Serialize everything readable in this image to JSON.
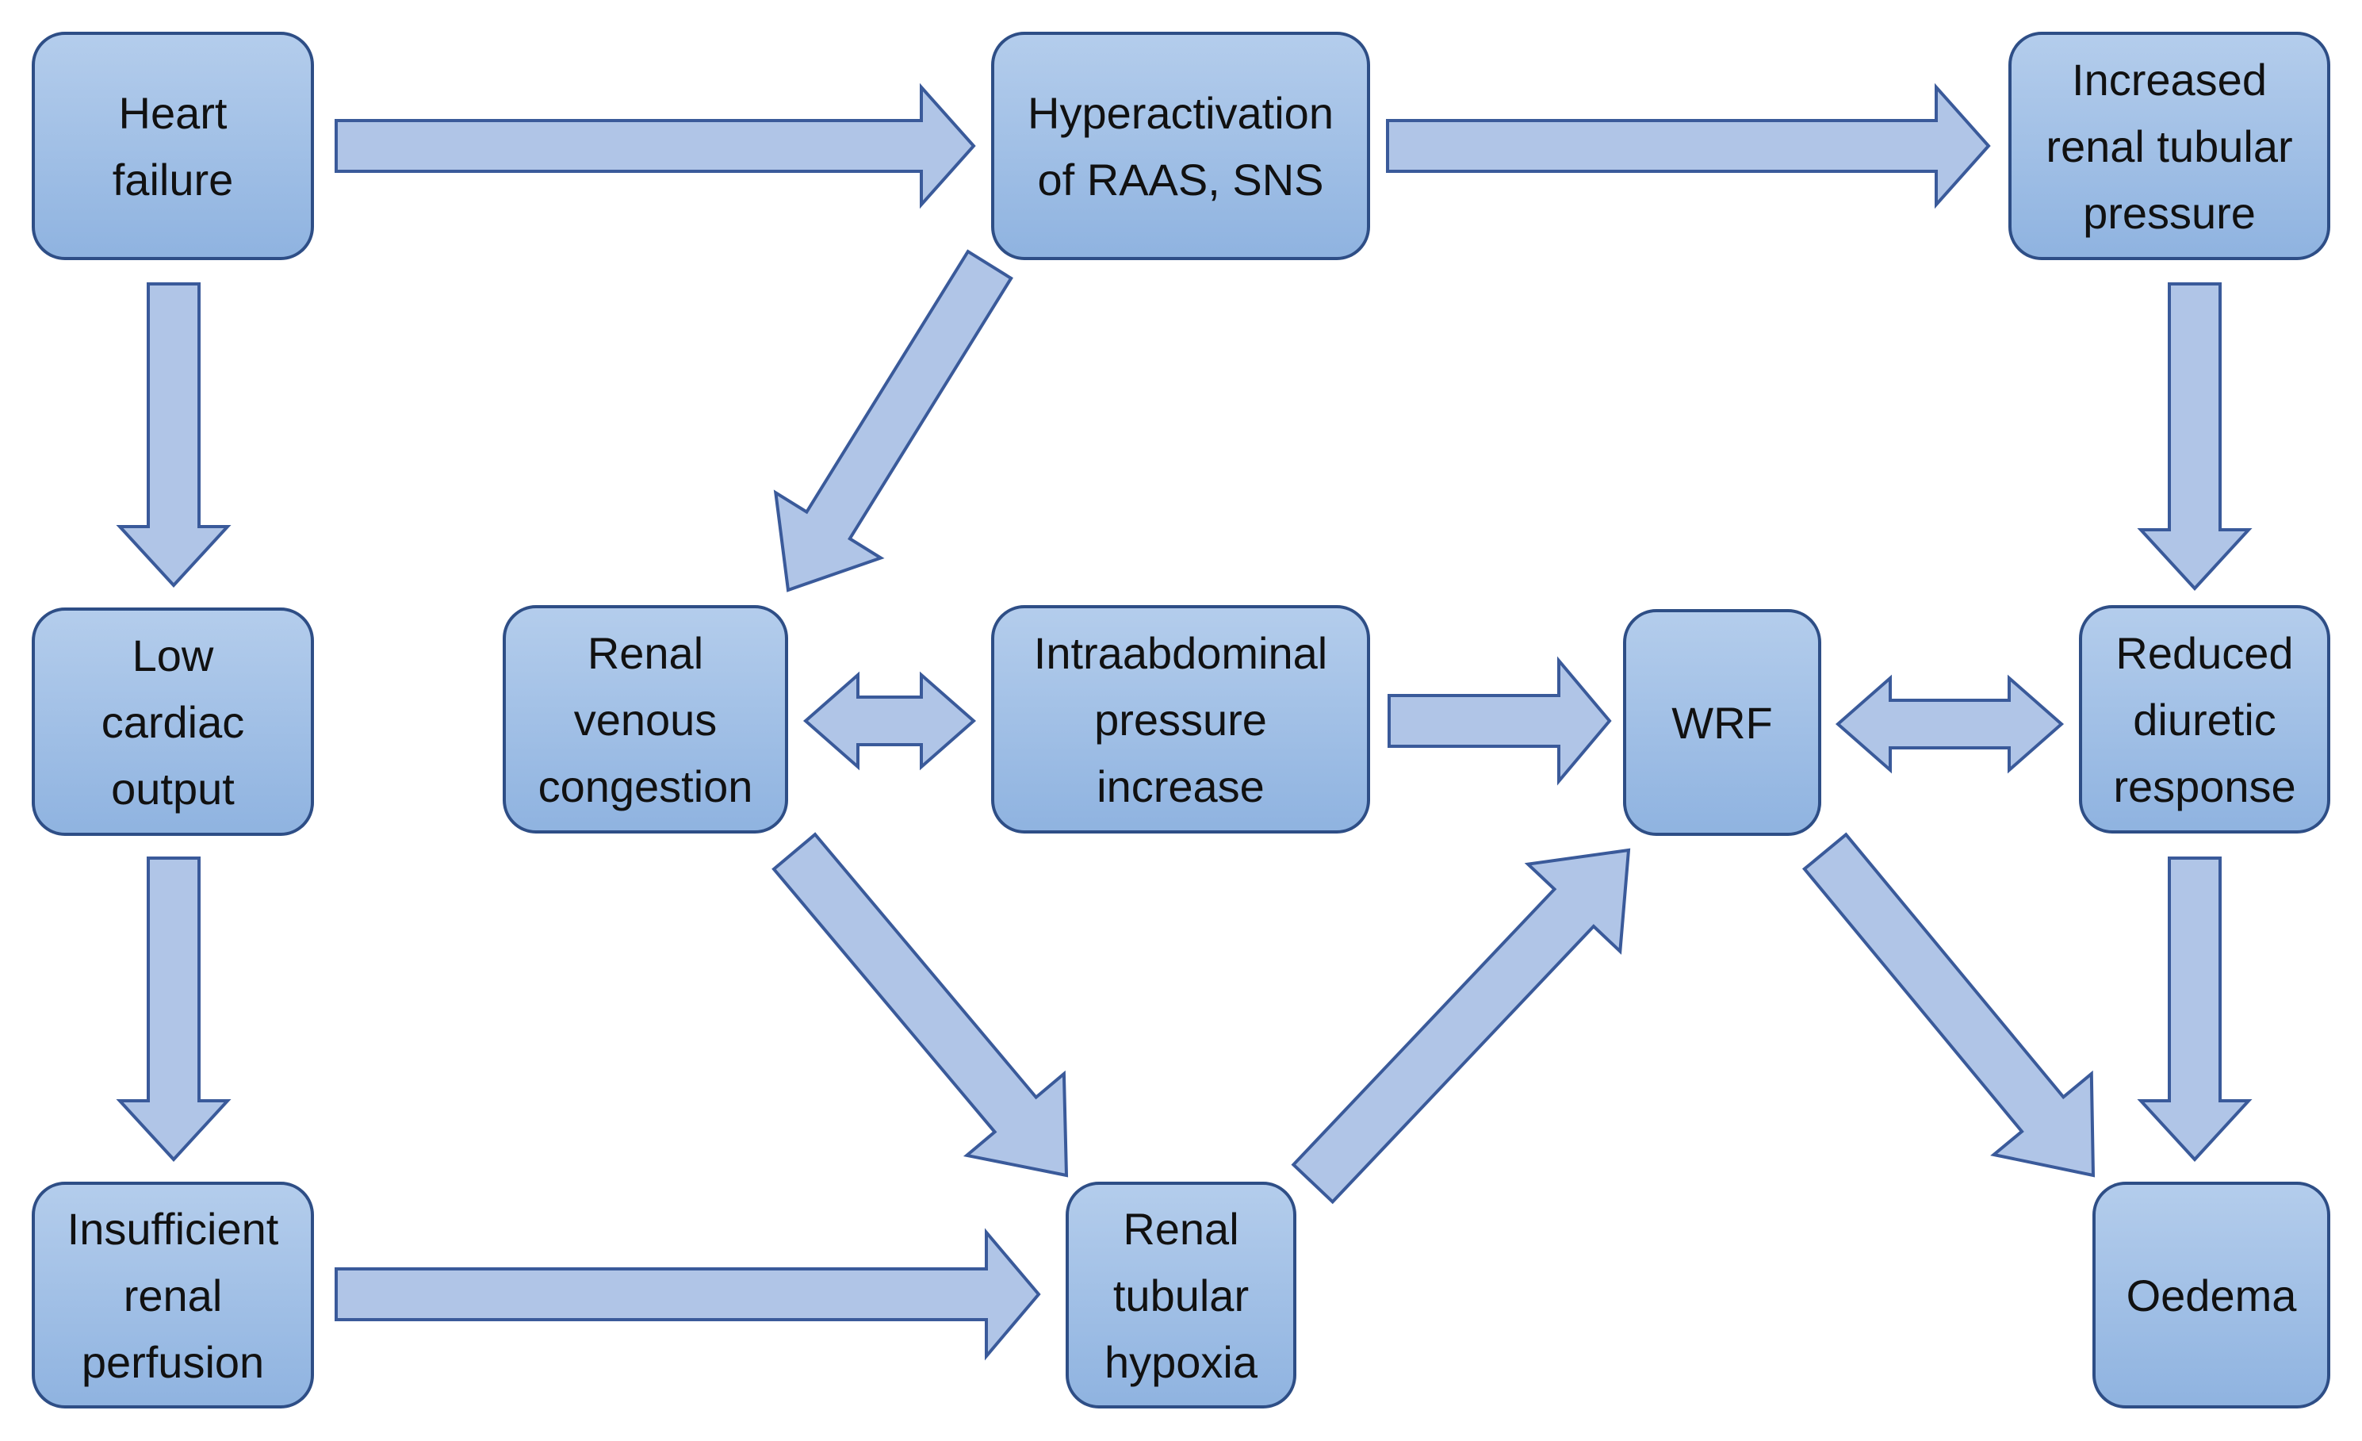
{
  "colors": {
    "box_top": "#b4cdec",
    "box_bottom": "#8fb3e0",
    "box_stroke": "#2e4e86",
    "arrow_fill": "#b0c5e7",
    "arrow_stroke": "#3a5a9a",
    "text": "#111111"
  },
  "nodes": [
    {
      "id": "heart_failure",
      "lines": [
        "Heart",
        "failure"
      ]
    },
    {
      "id": "hyperactivation",
      "lines": [
        "Hyperactivation",
        "of RAAS, SNS"
      ]
    },
    {
      "id": "increased_tubular_pressure",
      "lines": [
        "Increased",
        "renal tubular",
        "pressure"
      ]
    },
    {
      "id": "low_cardiac_output",
      "lines": [
        "Low",
        "cardiac",
        "output"
      ]
    },
    {
      "id": "renal_venous_congestion",
      "lines": [
        "Renal",
        "venous",
        "congestion"
      ]
    },
    {
      "id": "intraabdominal_pressure",
      "lines": [
        "Intraabdominal",
        "pressure",
        "increase"
      ]
    },
    {
      "id": "wrf",
      "lines": [
        "WRF"
      ]
    },
    {
      "id": "reduced_diuretic_response",
      "lines": [
        "Reduced",
        "diuretic",
        "response"
      ]
    },
    {
      "id": "insufficient_perfusion",
      "lines": [
        "Insufficient",
        "renal",
        "perfusion"
      ]
    },
    {
      "id": "renal_tubular_hypoxia",
      "lines": [
        "Renal",
        "tubular",
        "hypoxia"
      ]
    },
    {
      "id": "oedema",
      "lines": [
        "Oedema"
      ]
    }
  ],
  "edges": [
    {
      "from": "heart_failure",
      "to": "hyperactivation",
      "bidirectional": false
    },
    {
      "from": "hyperactivation",
      "to": "increased_tubular_pressure",
      "bidirectional": false
    },
    {
      "from": "heart_failure",
      "to": "low_cardiac_output",
      "bidirectional": false
    },
    {
      "from": "increased_tubular_pressure",
      "to": "reduced_diuretic_response",
      "bidirectional": false
    },
    {
      "from": "hyperactivation",
      "to": "renal_venous_congestion",
      "bidirectional": false
    },
    {
      "from": "renal_venous_congestion",
      "to": "intraabdominal_pressure",
      "bidirectional": true
    },
    {
      "from": "intraabdominal_pressure",
      "to": "wrf",
      "bidirectional": false
    },
    {
      "from": "wrf",
      "to": "reduced_diuretic_response",
      "bidirectional": true
    },
    {
      "from": "low_cardiac_output",
      "to": "insufficient_perfusion",
      "bidirectional": false
    },
    {
      "from": "renal_venous_congestion",
      "to": "renal_tubular_hypoxia",
      "bidirectional": false
    },
    {
      "from": "renal_tubular_hypoxia",
      "to": "wrf",
      "bidirectional": false
    },
    {
      "from": "wrf",
      "to": "oedema",
      "bidirectional": false
    },
    {
      "from": "reduced_diuretic_response",
      "to": "oedema",
      "bidirectional": false
    },
    {
      "from": "insufficient_perfusion",
      "to": "renal_tubular_hypoxia",
      "bidirectional": false
    }
  ]
}
